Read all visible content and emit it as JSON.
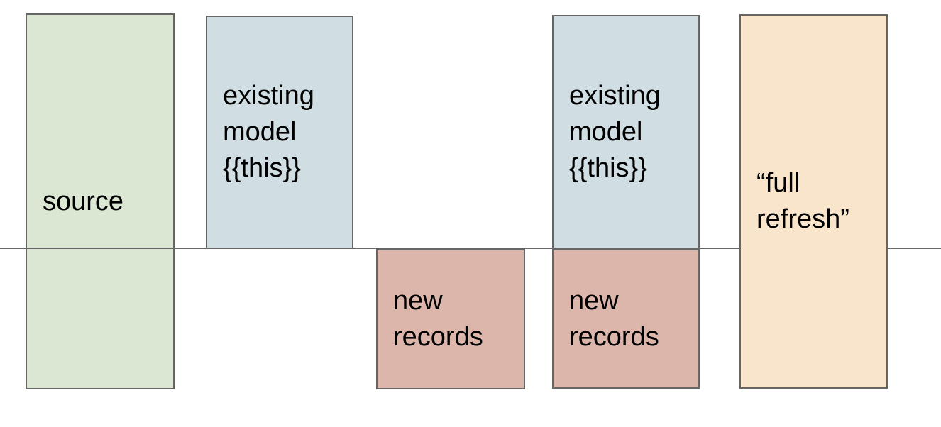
{
  "diagram": {
    "description": "Incremental model materialization diagram: source vs existing model, new records, and full refresh",
    "colors": {
      "source-green": "#dbe7d3",
      "model-blue": "#d0dee3",
      "records-pink": "#dcb5ab",
      "refresh-orange": "#f9e5cc",
      "border": "#666666",
      "line": "#666666"
    },
    "boxes": [
      {
        "id": "source",
        "label": "source"
      },
      {
        "id": "existing-model-1",
        "label": "existing\nmodel\n{{this}}"
      },
      {
        "id": "new-records-1",
        "label": "new\nrecords"
      },
      {
        "id": "existing-model-2",
        "label": "existing\nmodel\n{{this}}"
      },
      {
        "id": "new-records-2",
        "label": "new\nrecords"
      },
      {
        "id": "full-refresh",
        "label": "“full\nrefresh”"
      }
    ]
  }
}
